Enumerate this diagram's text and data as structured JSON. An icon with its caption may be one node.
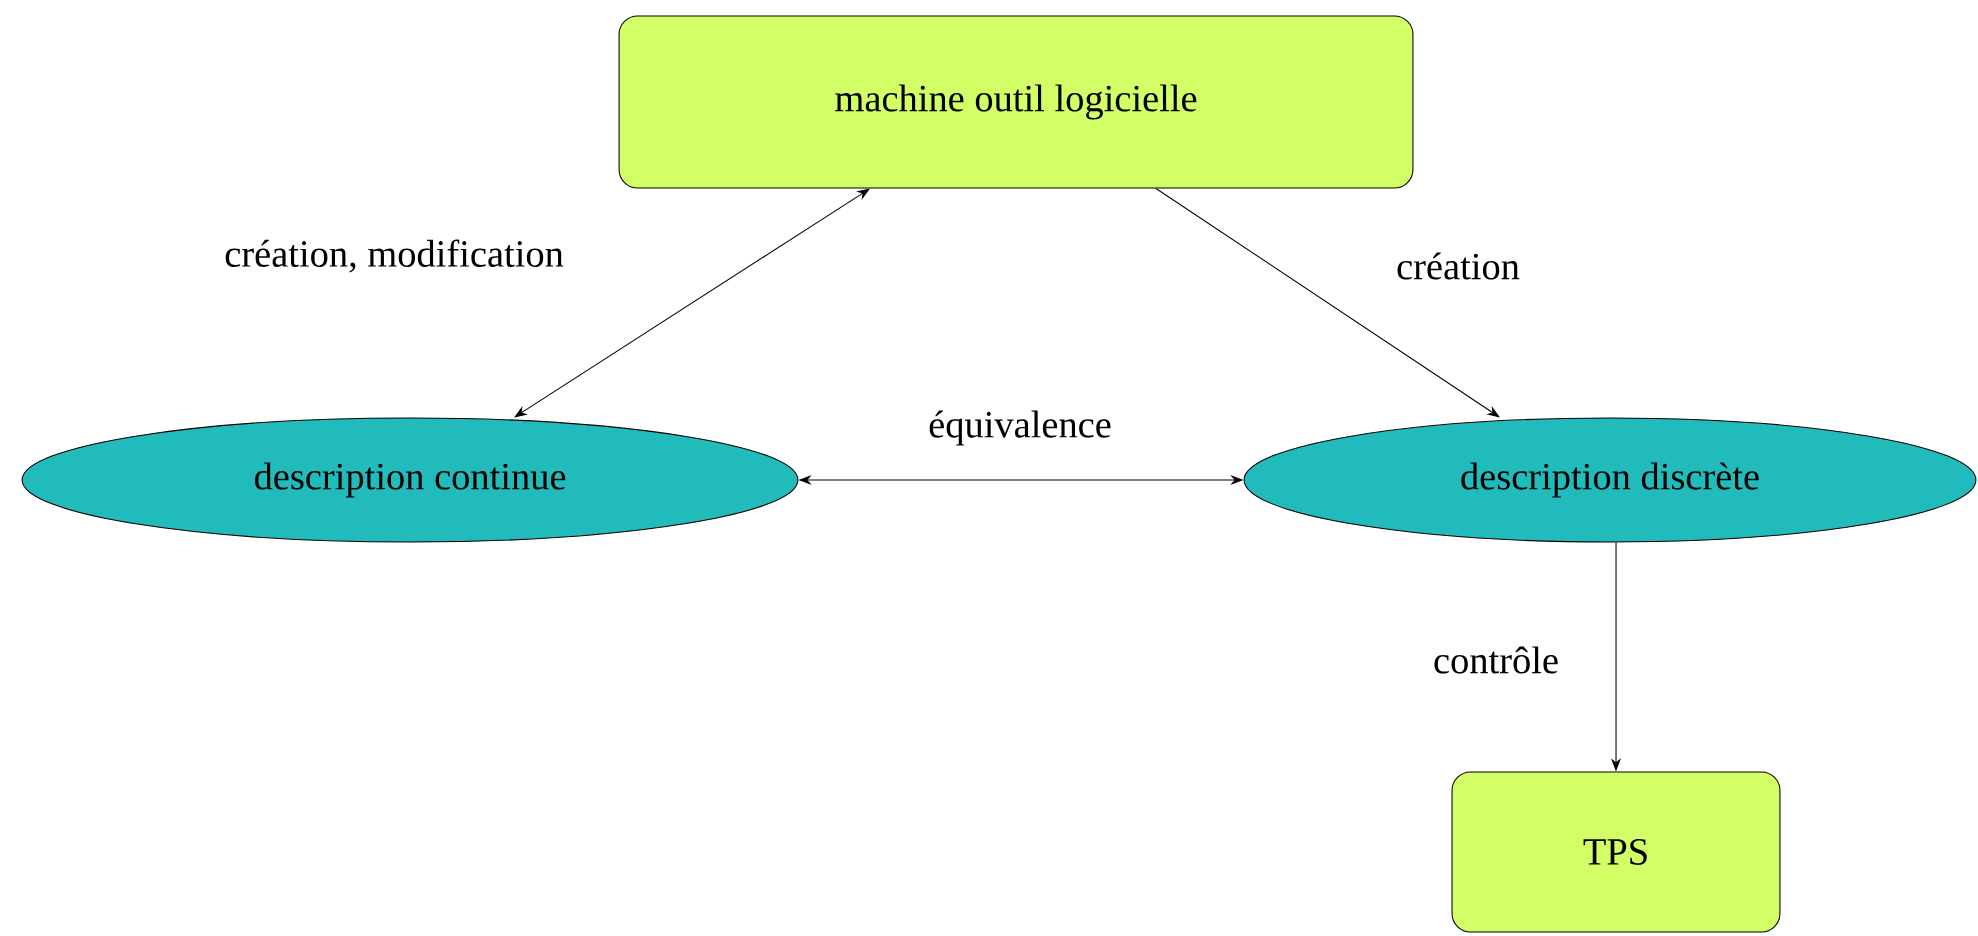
{
  "diagram": {
    "nodes": [
      {
        "text": [
          "machine outil logicielle"
        ]
      },
      {
        "text": [
          "description continue"
        ]
      },
      {
        "text": [
          "description discrète"
        ]
      },
      {
        "text": [
          "TPS"
        ]
      }
    ],
    "edges": [
      {
        "from": 0,
        "to": 1,
        "arrow": "both",
        "label": "création, modification"
      },
      {
        "from": 0,
        "to": 2,
        "arrow": "to",
        "label": "création"
      },
      {
        "from": 1,
        "to": 2,
        "arrow": "both",
        "label": "équivalence"
      },
      {
        "from": 2,
        "to": 3,
        "arrow": "to",
        "label": "contrôle"
      }
    ]
  }
}
